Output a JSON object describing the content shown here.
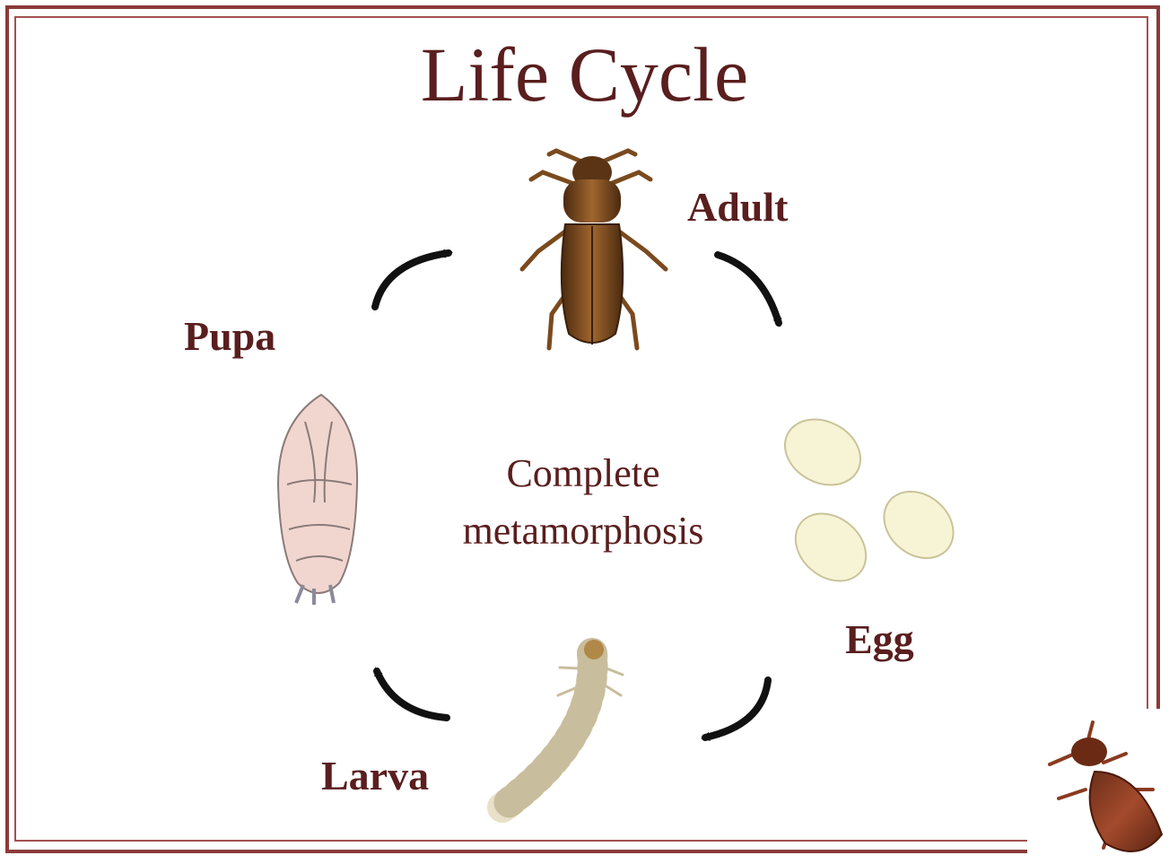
{
  "diagram": {
    "title": "Life Cycle",
    "center_line1": "Complete",
    "center_line2": "metamorphosis",
    "stages": {
      "adult": "Adult",
      "egg": "Egg",
      "larva": "Larva",
      "pupa": "Pupa"
    },
    "colors": {
      "frame": "#8b3a3a",
      "text": "#5a1e1e",
      "arrow": "#111111"
    }
  }
}
